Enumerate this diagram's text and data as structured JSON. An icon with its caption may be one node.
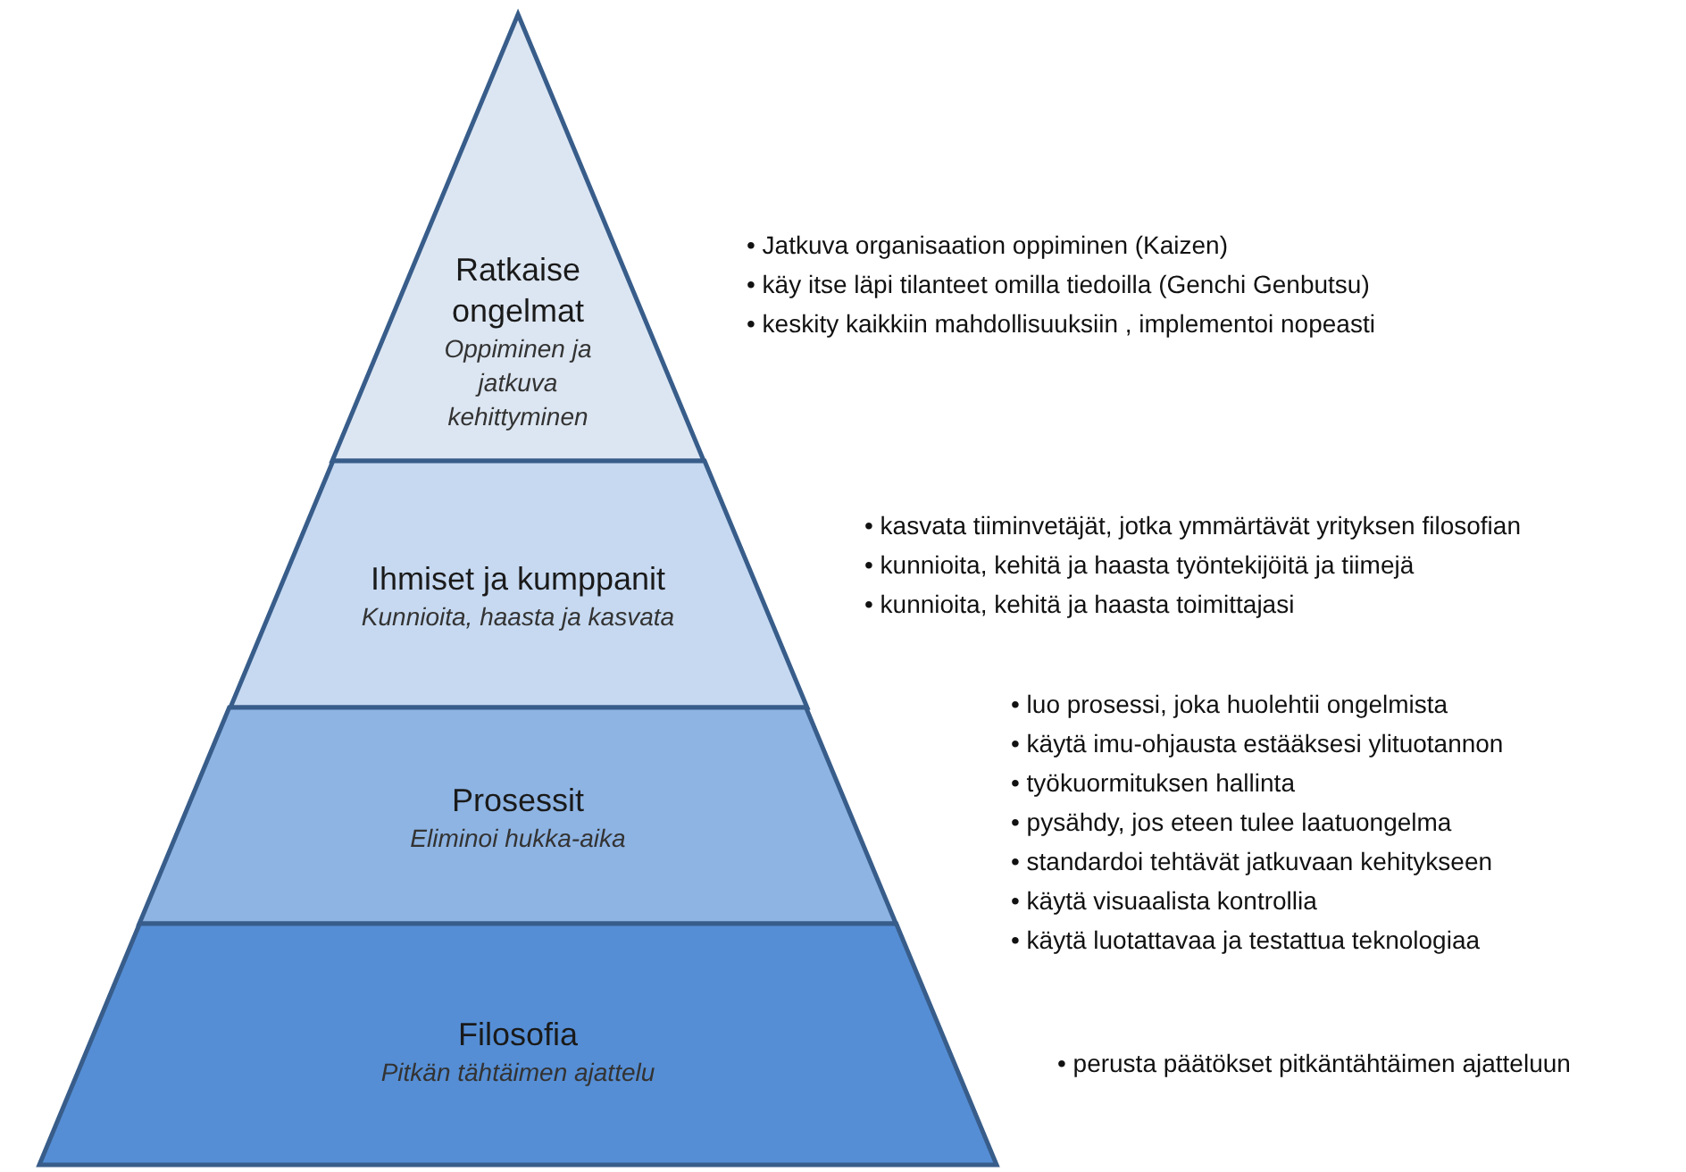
{
  "diagram": {
    "nodes": [
      {
        "text": [
          "Ratkaise ongelmat",
          "Oppiminen ja jatkuva kehittyminen"
        ],
        "beside": [
          "• Jatkuva organisaation oppiminen (Kaizen)",
          "• käy itse läpi tilanteet  omilla tiedoilla (Genchi Genbutsu)",
          "• keskity kaikkiin mahdollisuuksiin , implementoi nopeasti"
        ]
      },
      {
        "text": [
          "Ihmiset ja kumppanit",
          "Kunnioita, haasta ja kasvata"
        ],
        "beside": [
          "• kasvata  tiiminvetäjät, jotka ymmärtävät yrityksen filosofian",
          "• kunnioita, kehitä ja haasta työntekijöitä ja tiimejä",
          "• kunnioita, kehitä ja haasta toimittajasi"
        ]
      },
      {
        "text": [
          "Prosessit",
          "Eliminoi  hukka-aika"
        ],
        "beside": [
          "• luo prosessi, joka huolehtii ongelmista",
          "• käytä imu-ohjausta estääksesi ylituotannon",
          "• työkuormituksen  hallinta",
          "• pysähdy, jos eteen tulee laatuongelma",
          "• standardoi tehtävät jatkuvaan kehitykseen",
          "• käytä visuaalista kontrollia",
          "• käytä luotattavaa ja testattua teknologiaa"
        ]
      },
      {
        "text": [
          "Filosofia",
          "Pitkän tähtäimen ajattelu"
        ],
        "beside": [
          "• perusta päätökset pitkäntähtäimen ajatteluun"
        ]
      }
    ]
  }
}
